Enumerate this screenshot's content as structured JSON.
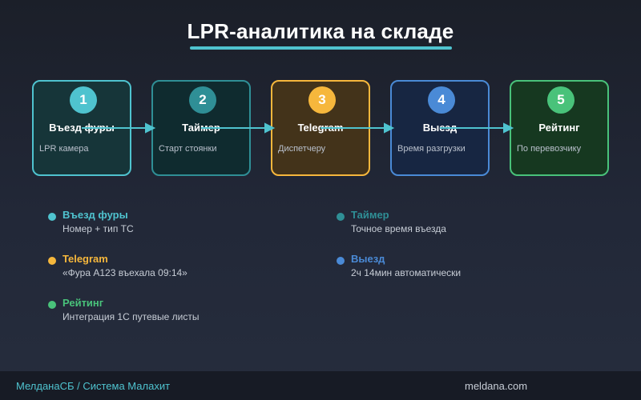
{
  "title": "LPR-аналитика на складе",
  "colors": {
    "teal": "#4fc3cf",
    "dark_teal": "#2f8f96",
    "yellow": "#f6b73c",
    "blue": "#4a8ad6",
    "green": "#49c27a"
  },
  "steps": [
    {
      "number": "1",
      "title": "Въезд фуры",
      "description": "LPR камера",
      "color": "#4fc3cf",
      "fill": "#163539"
    },
    {
      "number": "2",
      "title": "Таймер",
      "description": "Старт стоянки",
      "color": "#2f8f96",
      "fill": "#0f2b2f"
    },
    {
      "number": "3",
      "title": "Telegram",
      "description": "Диспетчеру",
      "color": "#f6b73c",
      "fill": "#43331a"
    },
    {
      "number": "4",
      "title": "Выезд",
      "description": "Время разгрузки",
      "color": "#4a8ad6",
      "fill": "#172642"
    },
    {
      "number": "5",
      "title": "Рейтинг",
      "description": "По перевозчику",
      "color": "#49c27a",
      "fill": "#163820"
    }
  ],
  "legend": [
    {
      "title": "Въезд фуры",
      "description": "Номер + тип ТС",
      "color": "#4fc3cf"
    },
    {
      "title": "Таймер",
      "description": "Точное время въезда",
      "color": "#2f8f96"
    },
    {
      "title": "Telegram",
      "description": "«Фура А123 въехала 09:14»",
      "color": "#f6b73c"
    },
    {
      "title": "Выезд",
      "description": "2ч 14мин автоматически",
      "color": "#4a8ad6"
    },
    {
      "title": "Рейтинг",
      "description": "Интеграция 1С путевые листы",
      "color": "#49c27a"
    }
  ],
  "footer": {
    "left": "МелданаСБ / Система Малахит",
    "right": "meldana.com"
  }
}
